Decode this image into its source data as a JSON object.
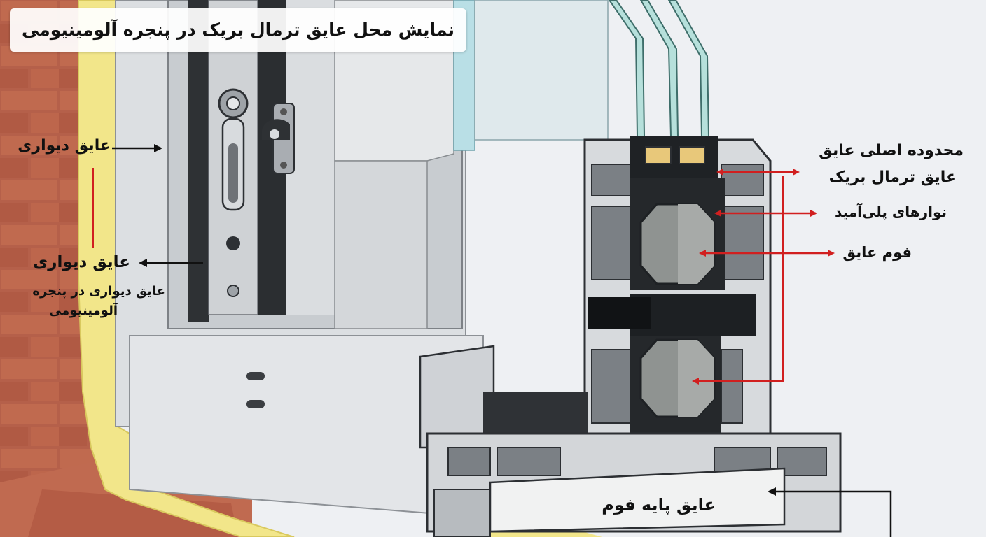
{
  "title": "نمایش محل عایق ترمال بریک در پنجره آلومینیومی",
  "labels": {
    "wall_insulation_top": "عایق دیواری",
    "wall_insulation_mid": "عایق دیواری",
    "wall_insulation_sub_line1": "عایق دیواری  در پنجره",
    "wall_insulation_sub_line2": "آلومینیومی",
    "thermal_break_zone_line1": "محدوده اصلی عایق",
    "thermal_break_zone_line2": "عایق ترمال بریک",
    "polyamide_strips": "نوارهای پلی‌آمید",
    "insulating_foam": "فوم عایق",
    "foam_base_insulation": "عایق پایه فوم"
  },
  "colors": {
    "brick": "#b9644a",
    "yellow_insulation": "#f4ea8c",
    "aluminum": "#d9dcdf",
    "dark_profile": "#2b2e31",
    "foam_core": "#8e918f",
    "arrow_red": "#d11f1f",
    "arrow_black": "#111111",
    "glass": "#cfe4ea"
  },
  "icons": [
    "handle-icon",
    "lock-keeper-icon",
    "gear-cam-icon"
  ]
}
